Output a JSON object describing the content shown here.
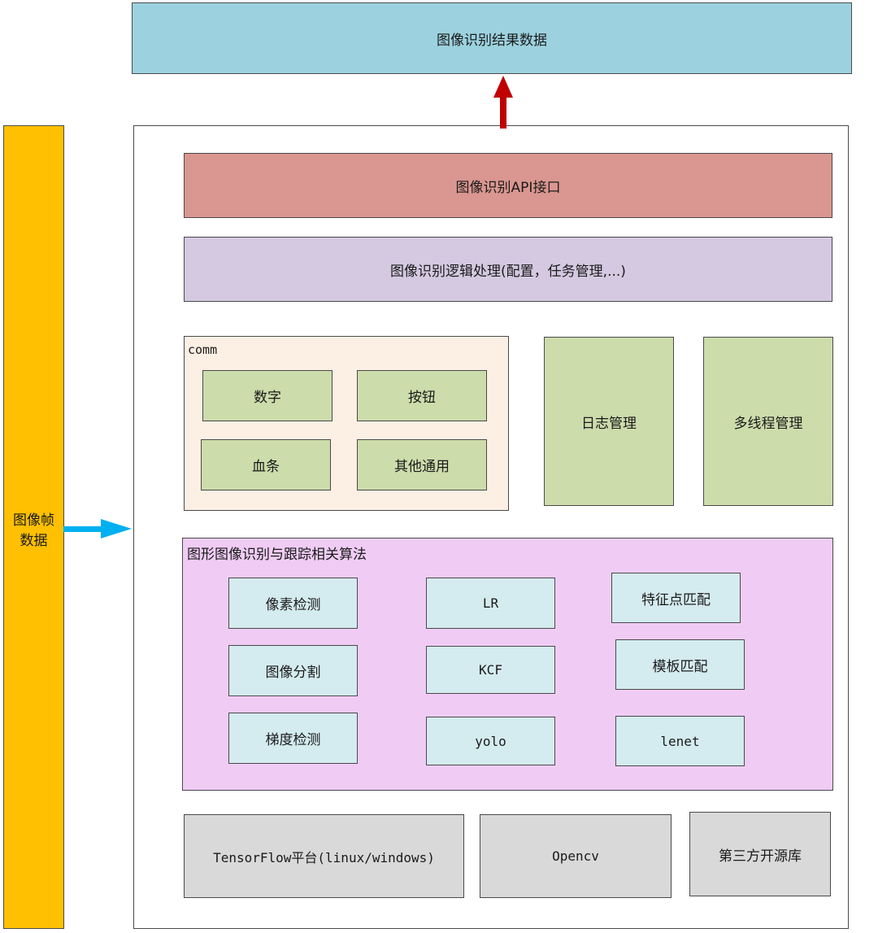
{
  "colors": {
    "result_bg": "#9cd2df",
    "api_bg": "#da9690",
    "logic_bg": "#d4c9e1",
    "comm_bg": "#fcefe4",
    "module_bg": "#cddcab",
    "algo_bg": "#f0ccf5",
    "algo_item_bg": "#d4ebef",
    "base_bg": "#d9d9d9",
    "frame_bg": "#fec000",
    "up_arrow": "#c00000",
    "right_arrow": "#00b0f0"
  },
  "output": {
    "label": "图像识别结果数据"
  },
  "input": {
    "label_line1": "图像帧",
    "label_line2": "数据"
  },
  "api": {
    "label": "图像识别API接口"
  },
  "logic": {
    "label": "图像识别逻辑处理(配置，任务管理,...)"
  },
  "comm": {
    "title": "comm",
    "items": [
      "数字",
      "按钮",
      "血条",
      "其他通用"
    ]
  },
  "log_mgmt": {
    "label": "日志管理"
  },
  "thread_mgmt": {
    "label": "多线程管理"
  },
  "algorithms": {
    "title": "图形图像识别与跟踪相关算法",
    "col1": [
      "像素检测",
      "图像分割",
      "梯度检测"
    ],
    "col2": [
      "LR",
      "KCF",
      "yolo"
    ],
    "col3": [
      "特征点匹配",
      "模板匹配",
      "lenet"
    ]
  },
  "base": {
    "tensorflow": "TensorFlow平台(linux/windows)",
    "opencv": "Opencv",
    "third_party": "第三方开源库"
  }
}
